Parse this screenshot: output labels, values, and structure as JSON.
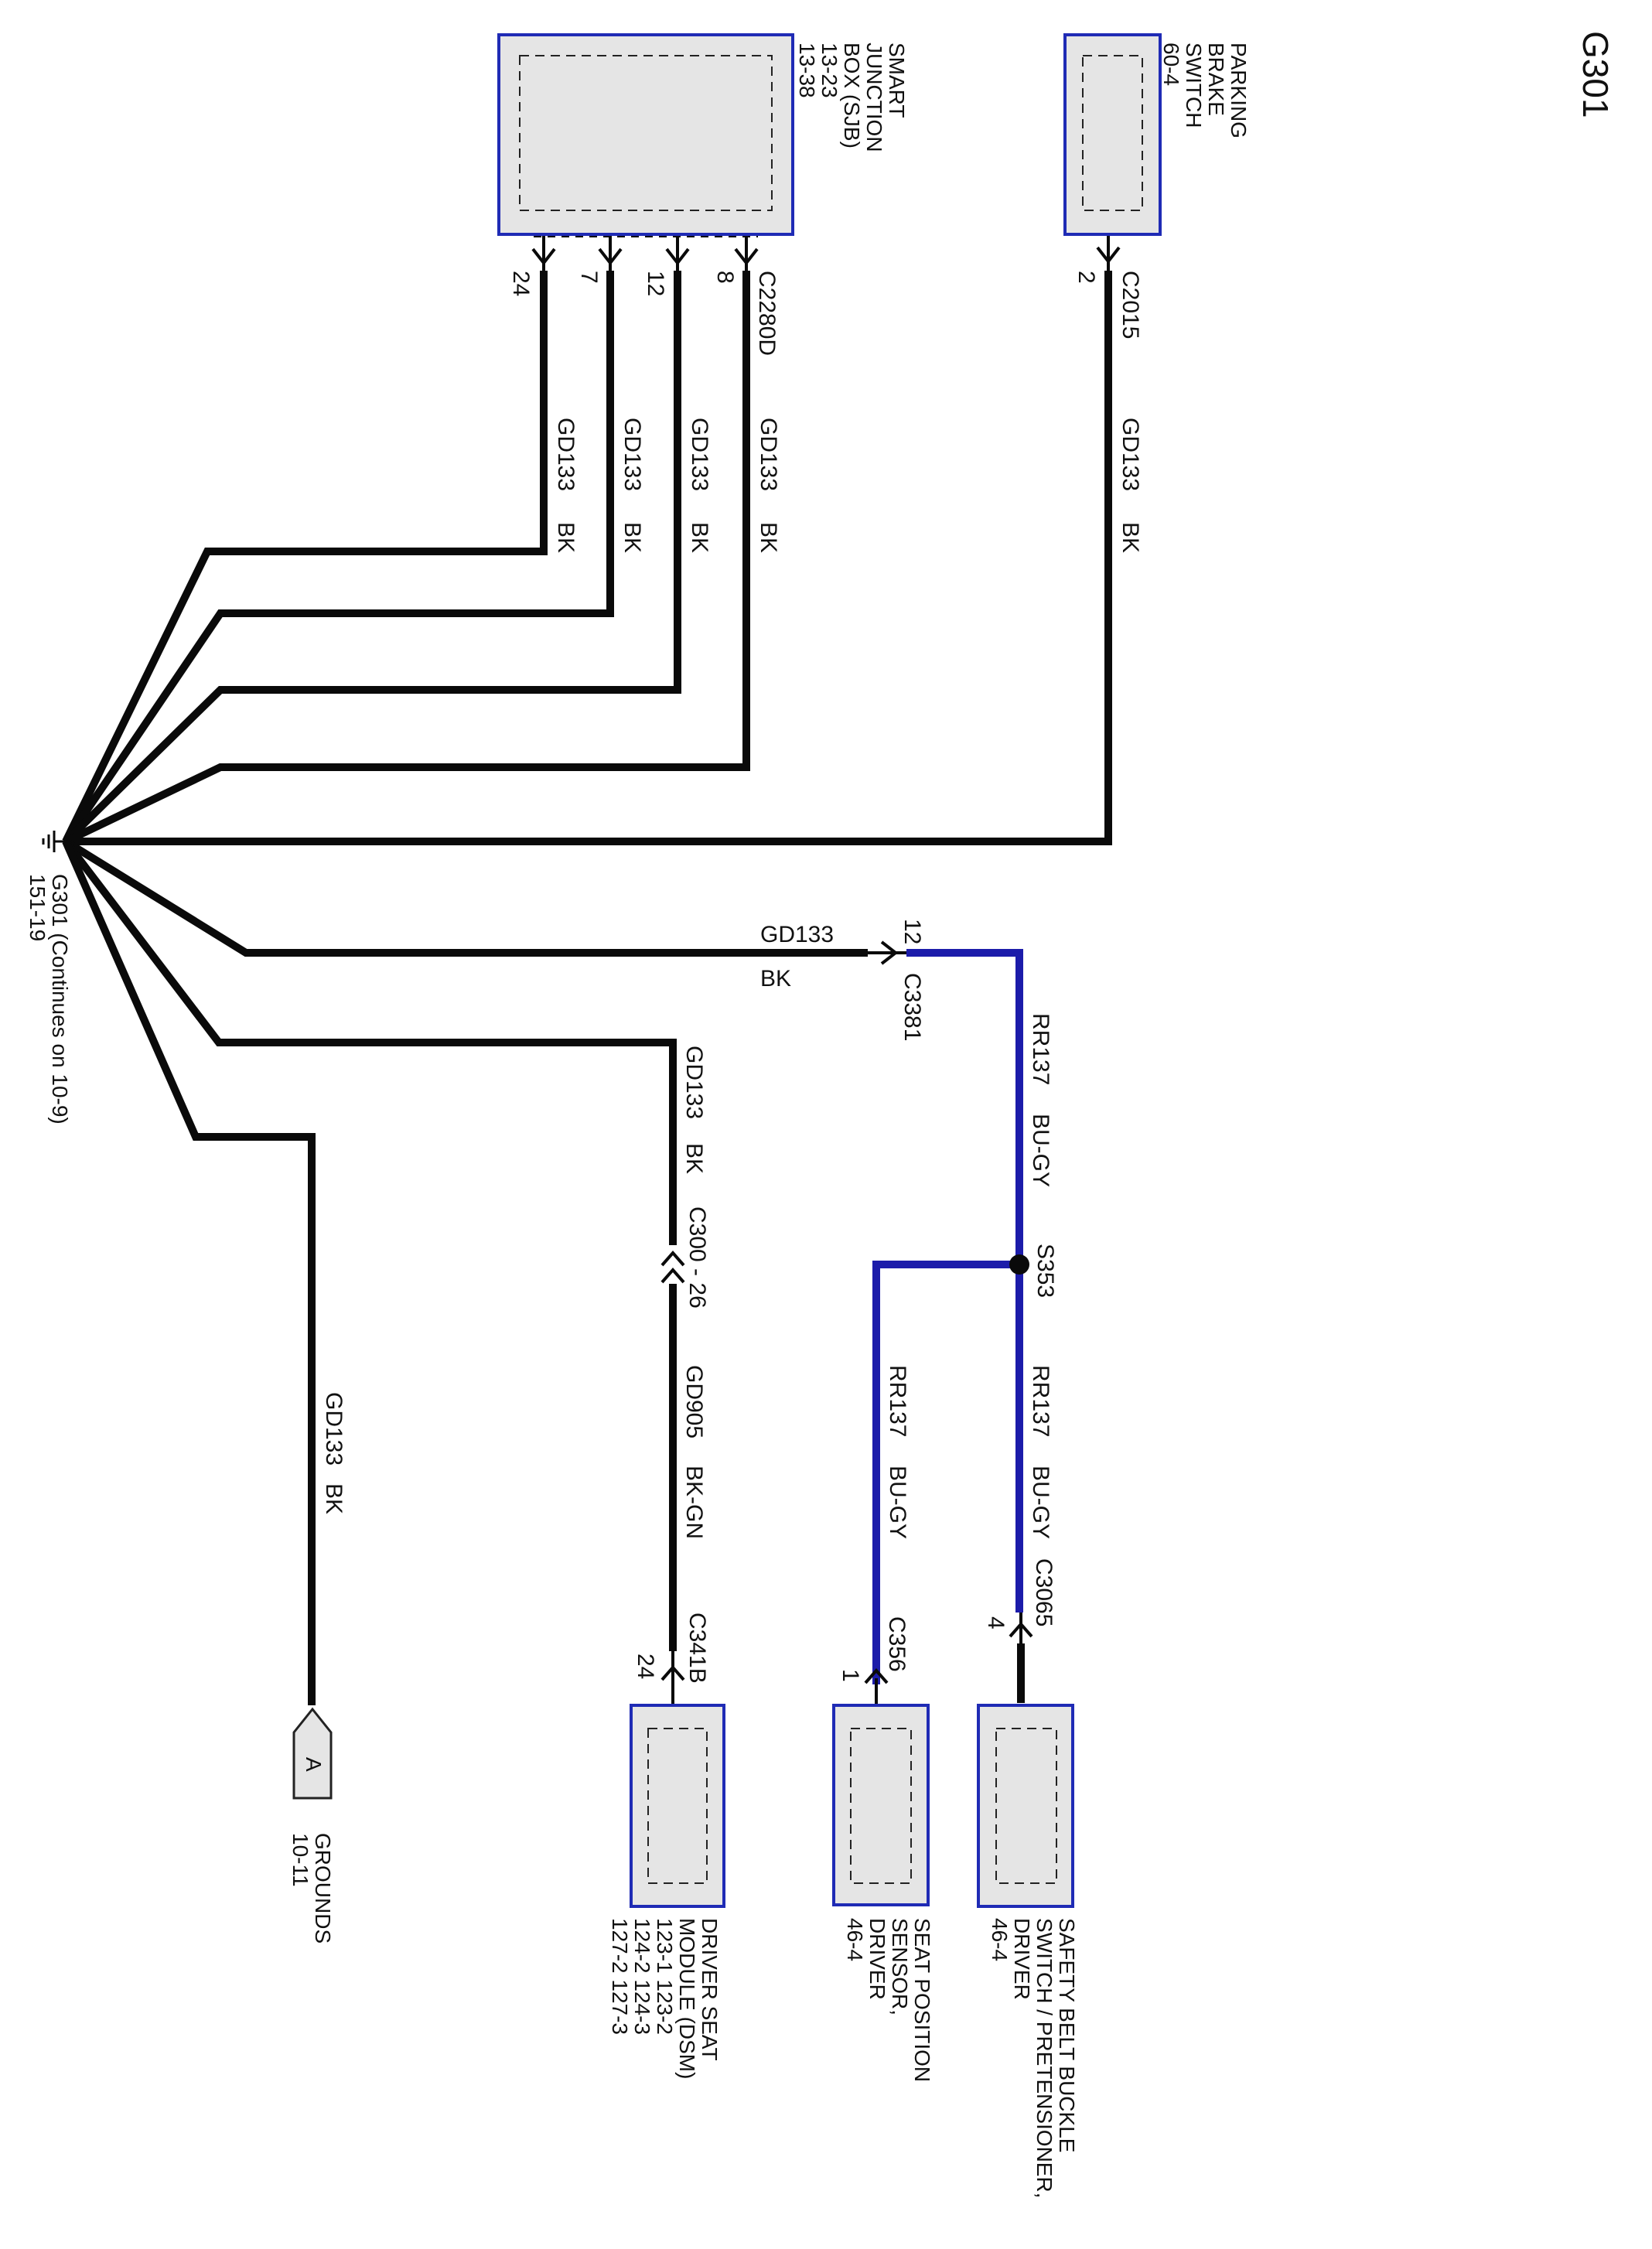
{
  "title": "G301",
  "colors": {
    "black_wire": "#0a0a0a",
    "blue_wire": "#1c1caa",
    "module_border": "#1f2bb5",
    "module_fill": "#e5e5e5"
  },
  "components": {
    "sjb": {
      "lines": [
        "SMART",
        "JUNCTION",
        "BOX (SJB)",
        "13-23",
        "13-38"
      ]
    },
    "parking_brake": {
      "lines": [
        "PARKING",
        "BRAKE",
        "SWITCH",
        "60-4"
      ]
    },
    "driver_seat_module": {
      "lines": [
        "DRIVER SEAT",
        "MODULE (DSM)",
        "123-1   123-2",
        "124-2   124-3",
        "127-2   127-3"
      ]
    },
    "seat_position_sensor": {
      "lines": [
        "SEAT POSITION",
        "SENSOR,",
        "DRIVER",
        "46-4"
      ]
    },
    "safety_belt_buckle": {
      "lines": [
        "SAFETY BELT BUCKLE",
        "SWITCH / PRETENSIONER,",
        "DRIVER",
        "46-4"
      ]
    },
    "grounds_ref": {
      "letter": "A",
      "lines": [
        "GROUNDS",
        "10-11"
      ]
    },
    "ground_point": {
      "lines": [
        "G301  (Continues on 10-9)",
        "151-19"
      ]
    }
  },
  "connectors": {
    "sjb": "C2280D",
    "parking_brake": "C2015",
    "inline_c3381": "C3381",
    "inline_c300": "C300  -  26",
    "dsm": "C341B",
    "seat_sensor": "C356",
    "belt_buckle": "C3065",
    "splice": "S353"
  },
  "pins": {
    "sjb_24": "24",
    "sjb_7": "7",
    "sjb_12": "12",
    "sjb_8": "8",
    "parking_brake": "2",
    "c3381": "12",
    "dsm": "24",
    "seat_sensor": "1",
    "belt_buckle": "4"
  },
  "wires": {
    "gd133": "GD133",
    "gd905": "GD905",
    "rr137": "RR137",
    "bk": "BK",
    "bk_gn": "BK-GN",
    "bu_gy": "BU-GY"
  }
}
